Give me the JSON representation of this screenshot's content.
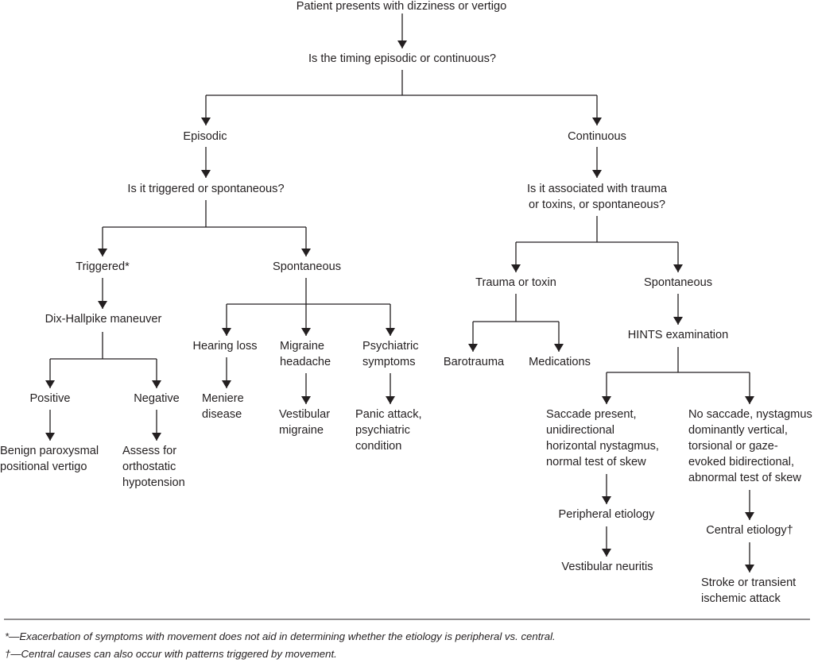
{
  "flowchart": {
    "n_start": "Patient presents with dizziness or vertigo",
    "n_timing": "Is the timing episodic or continuous?",
    "n_episodic": "Episodic",
    "n_continuous": "Continuous",
    "n_triggered_q": "Is it triggered or spontaneous?",
    "n_trauma_q": "Is it associated with trauma\nor toxins, or spontaneous?",
    "n_triggered": "Triggered*",
    "n_spont_ep": "Spontaneous",
    "n_trauma": "Trauma or toxin",
    "n_spont_cont": "Spontaneous",
    "n_dix": "Dix-Hallpike maneuver",
    "n_hearing": "Hearing loss",
    "n_migraine": "Migraine\nheadache",
    "n_psych": "Psychiatric\nsymptoms",
    "n_baro": "Barotrauma",
    "n_meds": "Medications",
    "n_hints": "HINTS examination",
    "n_positive": "Positive",
    "n_negative": "Negative",
    "n_meniere": "Meniere\ndisease",
    "n_vestmig": "Vestibular\nmigraine",
    "n_panic": "Panic attack,\npsychiatric\ncondition",
    "n_saccade": "Saccade present,\nunidirectional\nhorizontal nystagmus,\nnormal test of skew",
    "n_nosaccade": "No saccade, nystagmus\ndominantly vertical,\ntorsional or gaze-\nevoked bidirectional,\nabnormal test of skew",
    "n_bppv": "Benign paroxysmal\npositional vertigo",
    "n_assess": "Assess for\northostatic\nhypotension",
    "n_peripheral": "Peripheral etiology",
    "n_central": "Central etiology†",
    "n_neuritis": "Vestibular neuritis",
    "n_stroke": "Stroke or transient\nischemic attack"
  },
  "footnotes": {
    "star": "*—Exacerbation of symptoms with movement does not aid in determining whether the etiology is peripheral vs. central.",
    "dagger": "†—Central causes can also occur with patterns triggered by movement."
  },
  "colors": {
    "ink": "#231f20",
    "background": "#ffffff"
  }
}
